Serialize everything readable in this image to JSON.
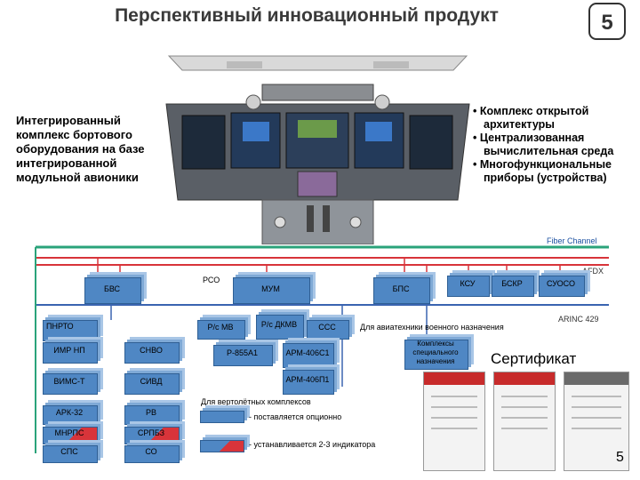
{
  "header": {
    "title": "Перспективный инновационный продукт",
    "slide_number": "5"
  },
  "left_text": "Интегрированный комплекс бортового оборудования на базе интегрированной модульной авионики",
  "features": [
    "Комплекс открытой архитектуры",
    "Централизованная вычислительная среда",
    "Многофункциональные приборы (устройства)"
  ],
  "buses": {
    "fiber_channel": "Fiber Channel",
    "afdx": "AFDX",
    "arinc": "ARINC 429"
  },
  "blocks": {
    "bvs": "БВС",
    "pso": "РСО",
    "mum": "МУМ",
    "bps": "БПС",
    "ksu": "КСУ",
    "bskr": "БСКР",
    "suoso": "СУОСО",
    "pnrto": "ПНРТО",
    "imr_np": "ИМР НП",
    "snvo": "СНВО",
    "vims_t": "ВИМС-Т",
    "sivd": "СИВД",
    "ark32": "АРК-32",
    "rv": "РВ",
    "mnrps": "МНРПС",
    "srpbz": "СРПБЗ",
    "sps": "СПС",
    "so": "СО",
    "rs_mv": "Р/с МВ",
    "rs_dkmv": "Р/с ДКМВ",
    "sss": "ССС",
    "r855a1": "Р-855А1",
    "arm406s1": "АРМ-406С1",
    "arm406p1": "АРМ-406П1"
  },
  "captions": {
    "military": "Для авиатехники военного назначения",
    "helicopter": "Для вертолётных комплексов",
    "optional": "- поставляется опционно",
    "indicators": "- устанавливается 2-3 индикатора",
    "special": "Комплексы специального назначения",
    "certificate": "Сертификат",
    "page_corner": "5"
  },
  "colors": {
    "accent_blue": "#4f87c4",
    "fiber_line": "#2aa37a",
    "afdx_line": "#d8343a",
    "text_blue": "#1a4fa0"
  }
}
